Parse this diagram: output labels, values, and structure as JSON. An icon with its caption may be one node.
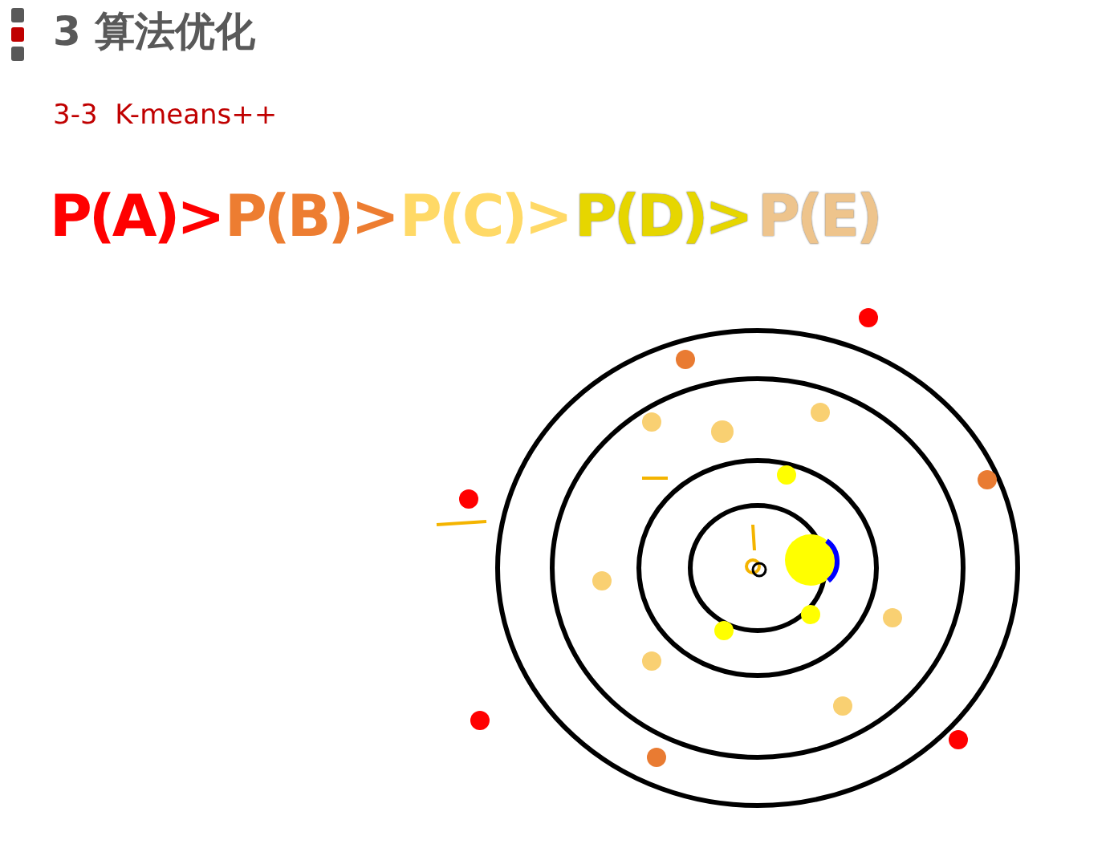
{
  "diagram": {
    "title": "3 算法优化",
    "labels": [
      "3-3  K-means++",
      "P(A)>",
      "P(B)>",
      "P(C)>",
      "P(D)>",
      "P(E)"
    ]
  }
}
